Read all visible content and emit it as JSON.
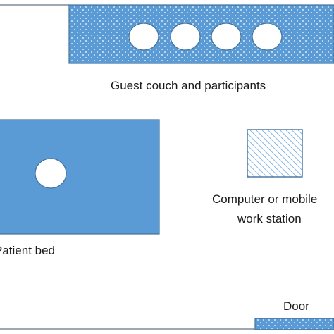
{
  "labels": {
    "guest_couch": "Guest couch and participants",
    "computer_line1": "Computer or mobile",
    "computer_line2": "work station",
    "bed": "Patient bed",
    "door": "Door"
  },
  "colors": {
    "furniture_fill": "#5b9bd5",
    "furniture_stroke": "#41719c",
    "wall": "#7f8c99",
    "dot_pattern": "#ffffff",
    "hatch_stroke": "#5b9bd5",
    "seat_fill": "#ffffff"
  },
  "legend_items": [
    {
      "id": "guest-couch",
      "seat_count": 4,
      "pattern": "dotted"
    },
    {
      "id": "patient-bed",
      "seat_count": 1,
      "pattern": "solid"
    },
    {
      "id": "computer-station",
      "pattern": "hatched"
    },
    {
      "id": "door",
      "pattern": "dotted"
    }
  ]
}
